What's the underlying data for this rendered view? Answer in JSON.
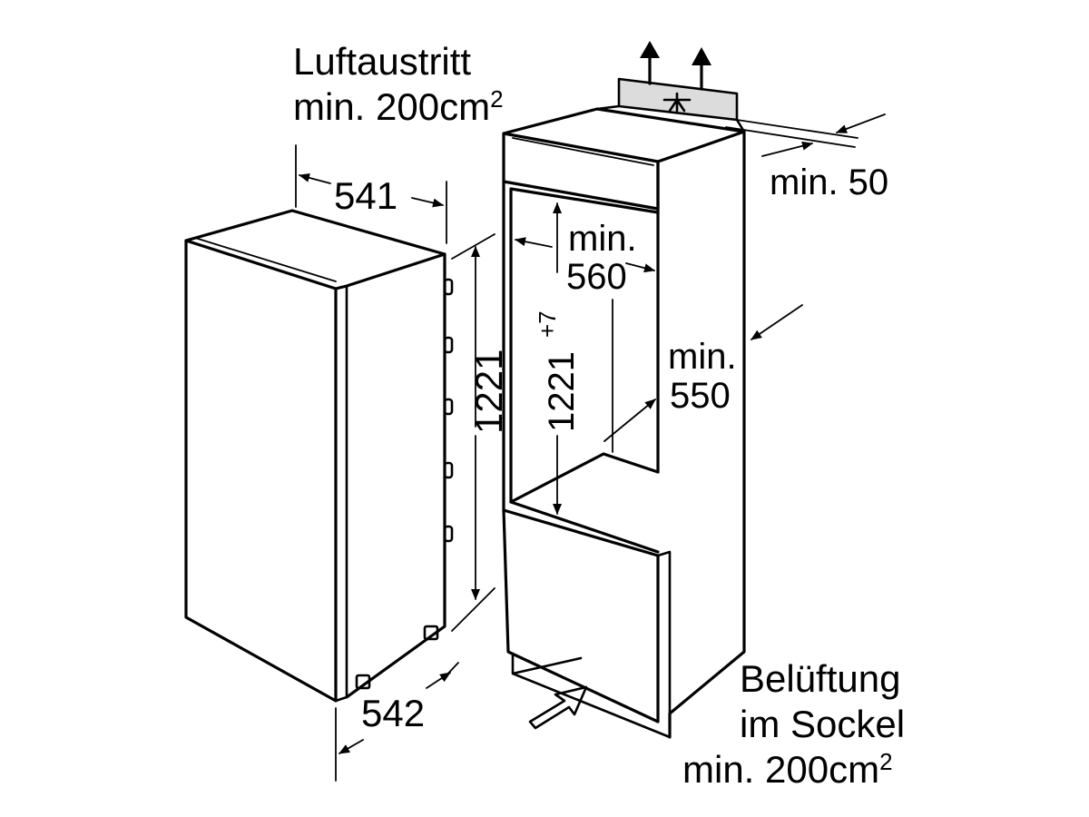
{
  "labels": {
    "air_outlet_line1": "Luftaustritt",
    "air_outlet_line2": "min. 200cm",
    "air_outlet_sup": "2",
    "gap_top": "min. 50",
    "appliance_width": "541",
    "appliance_depth": "542",
    "appliance_height": "1221",
    "niche_width_line1": "min.",
    "niche_width_line2": "560",
    "niche_height": "1221",
    "niche_height_sup": "+7",
    "niche_depth_line1": "min.",
    "niche_depth_line2": "550",
    "plinth_line1": "Belüftung",
    "plinth_line2": "im Sockel",
    "plinth_line3": "min. 200cm",
    "plinth_sup": "2"
  },
  "colors": {
    "line": "#000000",
    "background": "#ffffff",
    "vent_grille": "#dcdcdc"
  }
}
